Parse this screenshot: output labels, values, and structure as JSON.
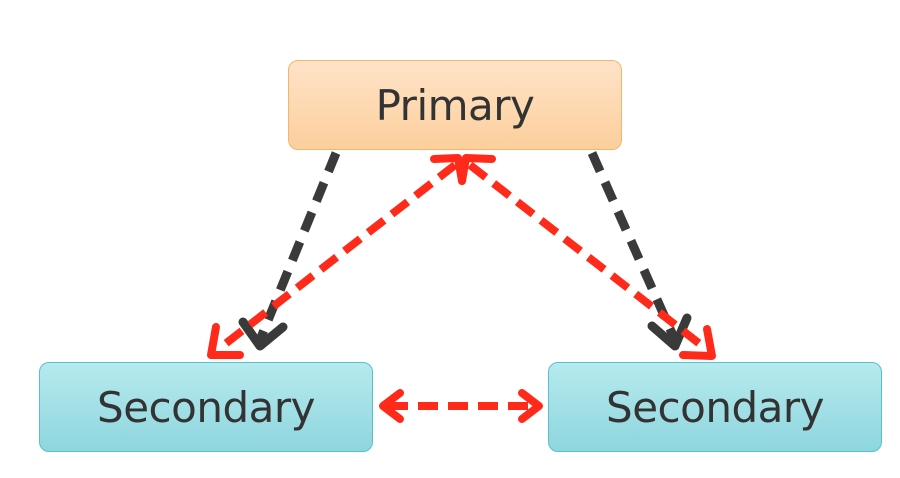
{
  "nodes": {
    "primary": {
      "label": "Primary"
    },
    "secondary_left": {
      "label": "Secondary"
    },
    "secondary_right": {
      "label": "Secondary"
    }
  },
  "colors": {
    "primary_fill": "#fccf9c",
    "secondary_fill": "#8ed6de",
    "dark_arrow": "#3a3a3a",
    "red_arrow": "#ff2a1a"
  },
  "edges": [
    {
      "from": "primary",
      "to": "secondary_left",
      "style": "dashed",
      "color": "dark",
      "direction": "one-way"
    },
    {
      "from": "primary",
      "to": "secondary_right",
      "style": "dashed",
      "color": "dark",
      "direction": "one-way"
    },
    {
      "from": "primary",
      "to": "secondary_left",
      "style": "dashed",
      "color": "red",
      "direction": "bidirectional"
    },
    {
      "from": "primary",
      "to": "secondary_right",
      "style": "dashed",
      "color": "red",
      "direction": "bidirectional"
    },
    {
      "from": "secondary_left",
      "to": "secondary_right",
      "style": "dashed",
      "color": "red",
      "direction": "bidirectional"
    }
  ]
}
